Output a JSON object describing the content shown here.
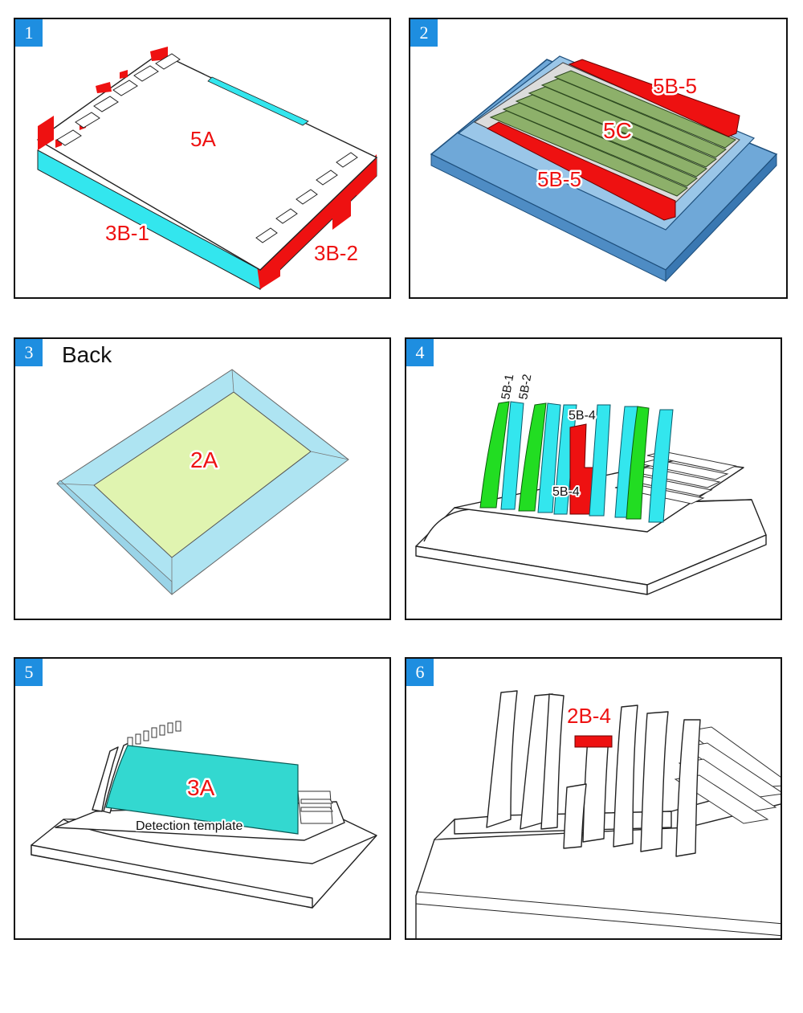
{
  "panels": [
    {
      "number": "1",
      "labels": {
        "top": "5A",
        "left": "3B-1",
        "right": "3B-2"
      }
    },
    {
      "number": "2",
      "labels": {
        "top": "5B-5",
        "center": "5C",
        "bottom": "5B-5"
      }
    },
    {
      "number": "3",
      "title": "Back",
      "labels": {
        "center": "2A"
      }
    },
    {
      "number": "4",
      "labels": {
        "a": "5B-1",
        "b": "5B-2",
        "c": "5B-4",
        "d": "5B-4"
      }
    },
    {
      "number": "5",
      "labels": {
        "center": "3A",
        "caption": "Detection template"
      }
    },
    {
      "number": "6",
      "labels": {
        "top": "2B-4"
      }
    }
  ],
  "colors": {
    "badge": "#1e8ee0",
    "label_red": "#ee1111",
    "cyan": "#33e6ee",
    "red": "#ee1111",
    "green": "#22dd22",
    "light_blue": "#aee4f2",
    "light_green": "#e0f4b0",
    "teal": "#33d8d0"
  }
}
